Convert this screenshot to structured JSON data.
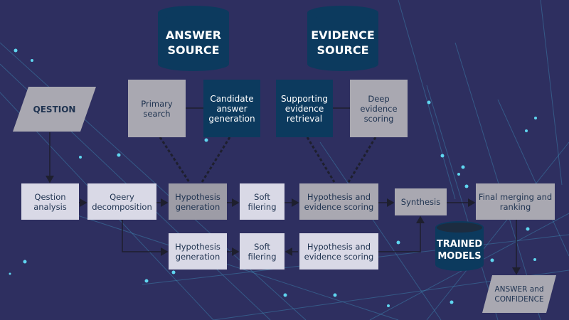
{
  "sources": {
    "answer_source": "ANSWER SOURCE",
    "evidence_source": "EVIDENCE SOURCE",
    "trained_models": "TRAINED MODELS"
  },
  "input": {
    "question": "QESTION"
  },
  "top_row": {
    "primary_search": "Primary search",
    "candidate_answer_generation": "Candidate answer generation",
    "supporting_evidence_retrieval": "Supporting evidence retrieval",
    "deep_evidence_scoring": "Deep evidence scoring"
  },
  "pipeline_row1": {
    "question_analysis": "Qestion analysis",
    "query_decomposition": "Qeery decomposition",
    "hypothesis_generation": "Hypothesis generation",
    "soft_filtering": "Soft filering",
    "hypothesis_evidence_scoring": "Hypothesis and evidence scoring",
    "synthesis": "Synthesis",
    "final_merging": "Final merging and ranking"
  },
  "pipeline_row2": {
    "hypothesis_generation": "Hypothesis generation",
    "soft_filtering": "Soft filering",
    "hypothesis_evidence_scoring": "Hypothesis and evidence scoring"
  },
  "output": {
    "answer_confidence": "ANSWER and CONFIDENCE"
  },
  "colors": {
    "background": "#2e2f60",
    "navy": "#0c3a5e",
    "light_box": "#d9d9e6",
    "grey_box": "#a9a8b1",
    "particle": "#5fd6f0"
  }
}
